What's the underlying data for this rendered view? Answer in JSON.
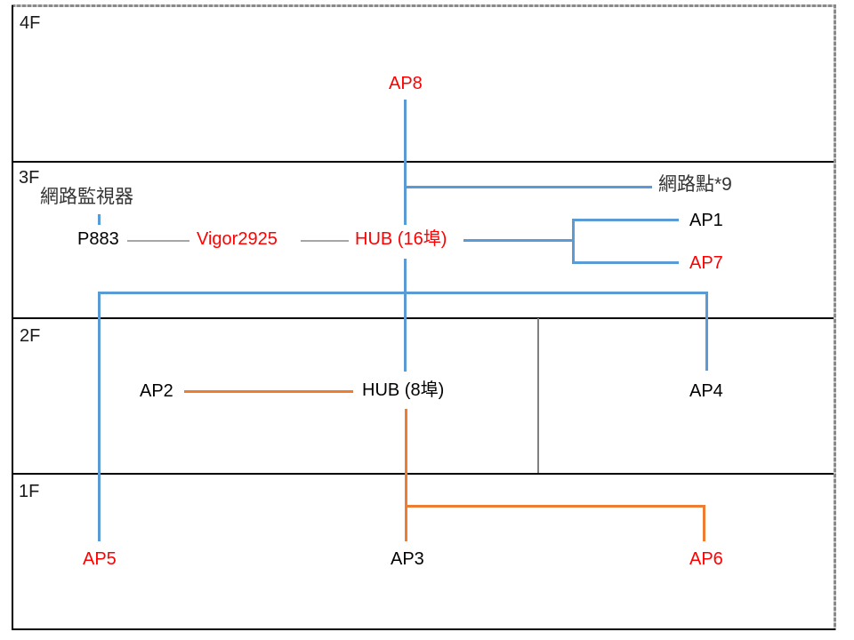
{
  "title": "Building network topology diagram",
  "colors": {
    "cable_blue": "#5B9BD5",
    "cable_orange": "#ED7D31",
    "cable_gray": "#A6A6A6",
    "wall_gray": "#808080",
    "label_red": "#FF0000",
    "label_black": "#000000",
    "label_cjk_gray": "#333333"
  },
  "floors": {
    "f4": "4F",
    "f3": "3F",
    "f2": "2F",
    "f1": "1F"
  },
  "nodes": {
    "ap8": "AP8",
    "monitor": "網路監視器",
    "p883": "P883",
    "vigor": "Vigor2925",
    "hub16": "HUB (16埠)",
    "netpoints": "網路點*9",
    "ap1": "AP1",
    "ap7": "AP7",
    "ap2": "AP2",
    "hub8": "HUB (8埠)",
    "ap4": "AP4",
    "ap5": "AP5",
    "ap3": "AP3",
    "ap6": "AP6"
  }
}
